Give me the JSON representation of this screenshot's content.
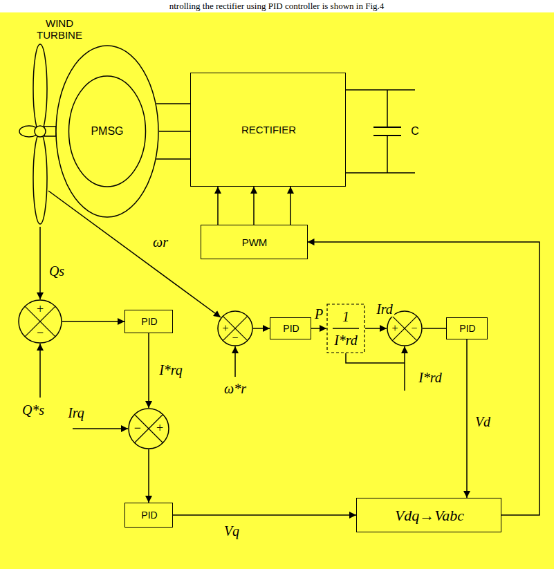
{
  "diagram": {
    "nodes": [
      {
        "text": [
          "PMSG"
        ]
      },
      {
        "text": [
          "RECTIFIER"
        ]
      },
      {
        "text": [
          "PWM"
        ]
      },
      {
        "text": [
          "+",
          "−"
        ]
      },
      {
        "text": [
          "PID"
        ]
      },
      {
        "text": [
          "+",
          "−"
        ]
      },
      {
        "text": [
          "PID"
        ]
      },
      {
        "text": [
          "1",
          "I*rd"
        ]
      },
      {
        "text": [
          "+",
          "−"
        ]
      },
      {
        "text": [
          "PID"
        ]
      },
      {
        "text": [
          "−",
          "+"
        ]
      },
      {
        "text": [
          "PID"
        ]
      },
      {
        "text": [
          "Vdq→Vabc"
        ]
      }
    ],
    "edges": [
      {
        "from": 0,
        "to": 1,
        "arrow": "none"
      },
      {
        "from": 2,
        "to": 1,
        "arrow": "to"
      },
      {
        "from": 3,
        "to": 4,
        "arrow": "to"
      },
      {
        "from": 4,
        "to": 10,
        "arrow": "to",
        "label": "I*rq"
      },
      {
        "from": 10,
        "to": 11,
        "arrow": "to"
      },
      {
        "from": 11,
        "to": 12,
        "arrow": "to",
        "label": "Vq"
      },
      {
        "from": 5,
        "to": 6,
        "arrow": "to"
      },
      {
        "from": 6,
        "to": 7,
        "arrow": "to",
        "label": "P"
      },
      {
        "from": 7,
        "to": 8,
        "arrow": "to"
      },
      {
        "from": 8,
        "to": 9,
        "arrow": "none"
      },
      {
        "from": 9,
        "to": 12,
        "arrow": "to",
        "label": "Vd"
      },
      {
        "from": 12,
        "to": 2,
        "arrow": "to"
      }
    ],
    "labels": [
      "ntrolling the rectifier using PID controller is shown in Fig.4",
      "WIND TURBINE",
      "C",
      "Qs",
      "ωr",
      "Q*s",
      "ω*r",
      "Ird",
      "I*rd",
      "Irq"
    ]
  }
}
